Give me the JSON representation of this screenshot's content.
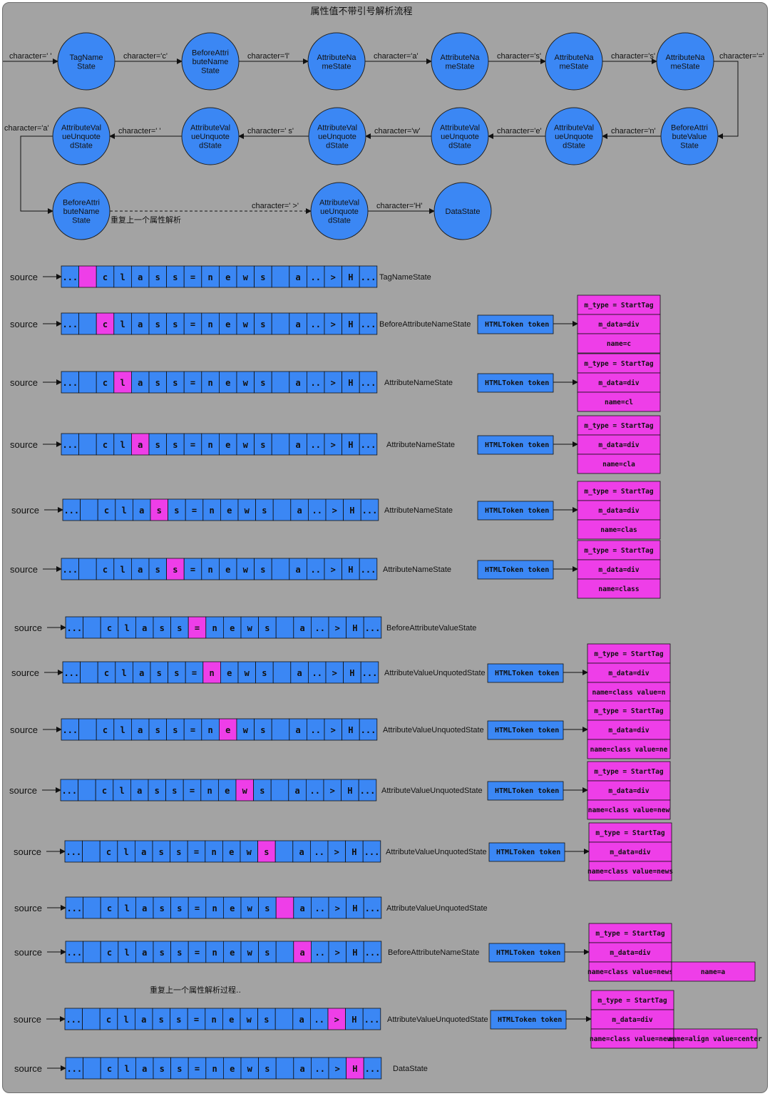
{
  "title": "属性值不带引号解析流程",
  "graph": {
    "nodes": [
      {
        "id": "n1",
        "label": "TagName State"
      },
      {
        "id": "n2",
        "label": "BeforeAttri buteName State"
      },
      {
        "id": "n3",
        "label": "AttributeNa meState"
      },
      {
        "id": "n4",
        "label": "AttributeNa meState"
      },
      {
        "id": "n5",
        "label": "AttributeNa meState"
      },
      {
        "id": "n6",
        "label": "AttributeNa meState"
      },
      {
        "id": "n7",
        "label": "BeforeAttri buteValue State"
      },
      {
        "id": "n8",
        "label": "AttributeVal ueUnquote dState"
      },
      {
        "id": "n9",
        "label": "AttributeVal ueUnquote dState"
      },
      {
        "id": "n10",
        "label": "AttributeVal ueUnquote dState"
      },
      {
        "id": "n11",
        "label": "AttributeVal ueUnquote dState"
      },
      {
        "id": "n12",
        "label": "AttributeVal ueUnquote dState"
      },
      {
        "id": "n13",
        "label": "BeforeAttri buteName State"
      },
      {
        "id": "n14",
        "label": "AttributeVal ueUnquote dState"
      },
      {
        "id": "n15",
        "label": "DataState"
      }
    ],
    "edges": [
      {
        "from": "start",
        "to": "n1",
        "label": "character='  '"
      },
      {
        "from": "n1",
        "to": "n2",
        "label": "character='c'"
      },
      {
        "from": "n2",
        "to": "n3",
        "label": "character='l'"
      },
      {
        "from": "n3",
        "to": "n4",
        "label": "character='a'"
      },
      {
        "from": "n4",
        "to": "n5",
        "label": "character='s'"
      },
      {
        "from": "n5",
        "to": "n6",
        "label": "character='s'"
      },
      {
        "from": "n6",
        "to": "n7",
        "label": "character='='"
      },
      {
        "from": "n7",
        "to": "n8",
        "label": "character='n'"
      },
      {
        "from": "n8",
        "to": "n9",
        "label": "character='e'"
      },
      {
        "from": "n9",
        "to": "n10",
        "label": "character='w'"
      },
      {
        "from": "n10",
        "to": "n11",
        "label": "character=' s'"
      },
      {
        "from": "n11",
        "to": "n12",
        "label": "character='  '"
      },
      {
        "from": "n12",
        "to": "n13",
        "label": "character='a'"
      },
      {
        "from": "n13",
        "to": "n14",
        "label": "character=' >'",
        "note": "重复上一个属性解析"
      },
      {
        "from": "n14",
        "to": "n15",
        "label": "character='H'"
      }
    ]
  },
  "source_label": "source",
  "source_chars": [
    "...",
    "",
    "c",
    "l",
    "a",
    "s",
    "s",
    "=",
    "n",
    "e",
    "w",
    "s",
    "",
    "a",
    "..",
    ">",
    "H",
    "..."
  ],
  "token_label": "HTMLToken   token",
  "repeat_note": "重复上一个属性解析过程..",
  "rows": [
    {
      "highlight": 1,
      "state": "TagNameState",
      "token": null
    },
    {
      "highlight": 2,
      "state": "BeforeAttributeNameState",
      "token": [
        "m_type = StartTag",
        "m_data=div",
        "name=c"
      ]
    },
    {
      "highlight": 3,
      "state": "AttributeNameState",
      "token": [
        "m_type = StartTag",
        "m_data=div",
        "name=cl"
      ]
    },
    {
      "highlight": 4,
      "state": "AttributeNameState",
      "token": [
        "m_type = StartTag",
        "m_data=div",
        "name=cla"
      ]
    },
    {
      "highlight": 5,
      "state": "AttributeNameState",
      "token": [
        "m_type = StartTag",
        "m_data=div",
        "name=clas"
      ]
    },
    {
      "highlight": 6,
      "state": "AttributeNameState",
      "token": [
        "m_type = StartTag",
        "m_data=div",
        "name=class"
      ]
    },
    {
      "highlight": 7,
      "state": "BeforeAttributeValueState",
      "token": null
    },
    {
      "highlight": 8,
      "state": "AttributeValueUnquotedState",
      "token": [
        "m_type = StartTag",
        "m_data=div",
        "name=class value=n"
      ]
    },
    {
      "highlight": 9,
      "state": "AttributeValueUnquotedState",
      "token": [
        "m_type = StartTag",
        "m_data=div",
        "name=class value=ne"
      ]
    },
    {
      "highlight": 10,
      "state": "AttributeValueUnquotedState",
      "token": [
        "m_type = StartTag",
        "m_data=div",
        "name=class value=new"
      ]
    },
    {
      "highlight": 11,
      "state": "AttributeValueUnquotedState",
      "token": [
        "m_type = StartTag",
        "m_data=div",
        "name=class value=news"
      ]
    },
    {
      "highlight": 12,
      "state": "AttributeValueUnquotedState",
      "token": null
    },
    {
      "highlight": 13,
      "state": "BeforeAttributeNameState",
      "token": [
        "m_type = StartTag",
        "m_data=div",
        "name=class value=news"
      ],
      "extra": "name=a"
    },
    {
      "highlight": 15,
      "state": "AttributeValueUnquotedState",
      "token": [
        "m_type = StartTag",
        "m_data=div",
        "name=class value=news"
      ],
      "extra": "name=align value=center"
    },
    {
      "highlight": 16,
      "state": "DataState",
      "token": null
    }
  ]
}
